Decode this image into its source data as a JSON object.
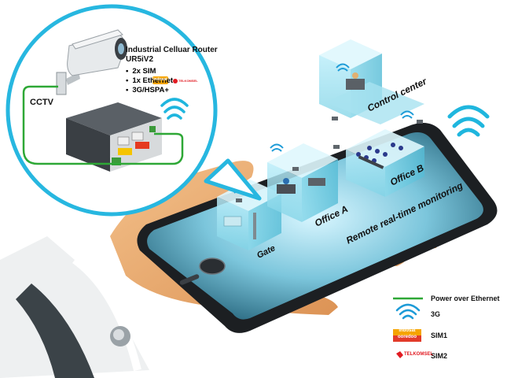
{
  "device": {
    "cctv_label": "CCTV",
    "router_title_line1": "Industrial Celluar Router",
    "router_title_line2": "UR5iV2",
    "specs": [
      "2x SIM",
      "1x Ethernet",
      "3G/HSPA+"
    ],
    "sim_logo_text": "indosat",
    "telkomsel_small": "TELKOMSEL"
  },
  "scene": {
    "control_center": "Control center",
    "office_a": "Office A",
    "office_b": "Office B",
    "gate": "Gate",
    "monitoring": "Remote real-time monitoring"
  },
  "legend": {
    "items": [
      {
        "label": "Power over Ethernet",
        "kind": "line",
        "color": "#2ea836"
      },
      {
        "label": "3G",
        "kind": "wifi",
        "color": "#1d9bd7"
      },
      {
        "label": "SIM1",
        "kind": "indosat",
        "color": "#f5a400",
        "logo_top": "indosat",
        "logo_bottom": "ooredoo"
      },
      {
        "label": "SIM2",
        "kind": "telkomsel",
        "color": "#e11b22",
        "logo": "TELKOMSEL"
      }
    ]
  },
  "colors": {
    "accent": "#1fb6de",
    "cable": "#2ea836",
    "phone": "#1f2225",
    "room": "#8fd8e8",
    "hand": "#e9a866"
  }
}
